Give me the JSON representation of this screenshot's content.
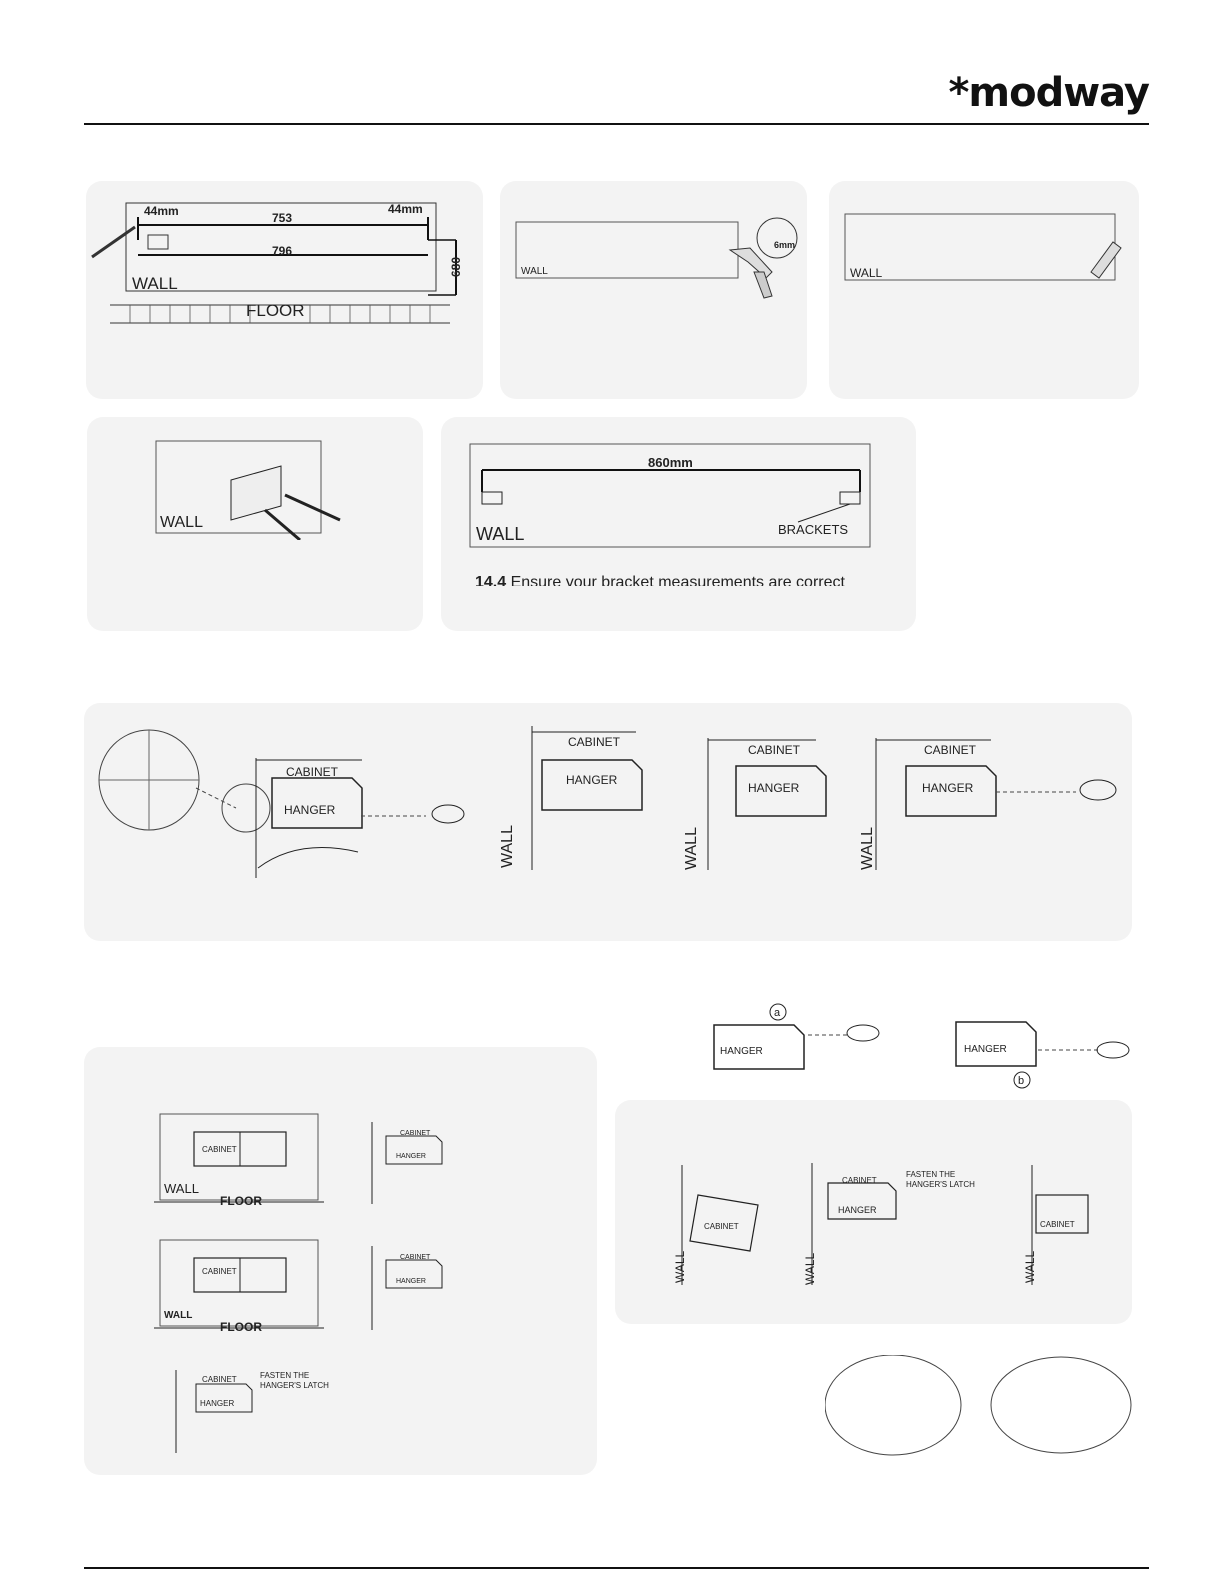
{
  "brand": {
    "logo": "*modway"
  },
  "step1": {
    "w44_left": "44mm",
    "w44_right": "44mm",
    "w753": "753",
    "w796": "796",
    "h680": "680",
    "wall": "WALL",
    "floor": "FLOOR"
  },
  "step2": {
    "wall": "WALL",
    "drill_size": "6mm"
  },
  "step3": {
    "wall": "WALL"
  },
  "step4": {
    "wall": "WALL"
  },
  "step5": {
    "w860": "860mm",
    "wall": "WALL",
    "brackets": "BRACKETS",
    "note_num": "14.4",
    "note_text": " Ensure your bracket measurements are correct"
  },
  "hang": {
    "cabinet": "CABINET",
    "hanger": "HANGER",
    "wall": "WALL"
  },
  "adjust": {
    "hanger": "HANGER",
    "a": "a",
    "b": "b"
  },
  "level": {
    "cabinet": "CABINET",
    "wall": "WALL",
    "floor": "FLOOR",
    "hanger": "HANGER",
    "fasten": "FASTEN THE",
    "latch": "HANGER'S LATCH"
  }
}
